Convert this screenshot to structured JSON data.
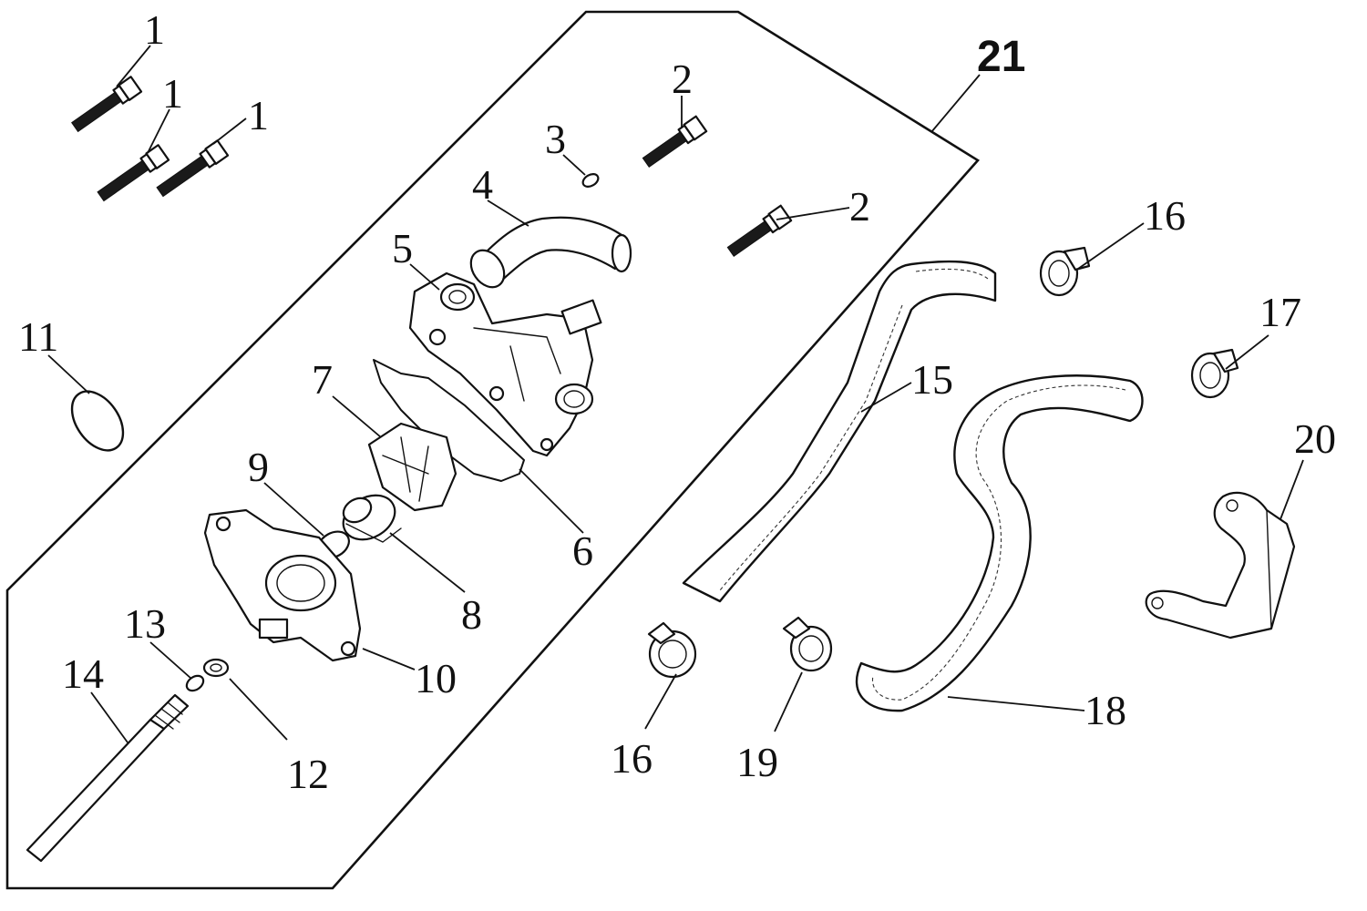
{
  "callouts": {
    "c1a": "1",
    "c1b": "1",
    "c1c": "1",
    "c2a": "2",
    "c2b": "2",
    "c3": "3",
    "c4": "4",
    "c5": "5",
    "c6": "6",
    "c7": "7",
    "c8": "8",
    "c9": "9",
    "c10": "10",
    "c11": "11",
    "c12": "12",
    "c13": "13",
    "c14": "14",
    "c15": "15",
    "c16a": "16",
    "c16b": "16",
    "c17": "17",
    "c18": "18",
    "c19": "19",
    "c20": "20",
    "c21": "21"
  }
}
